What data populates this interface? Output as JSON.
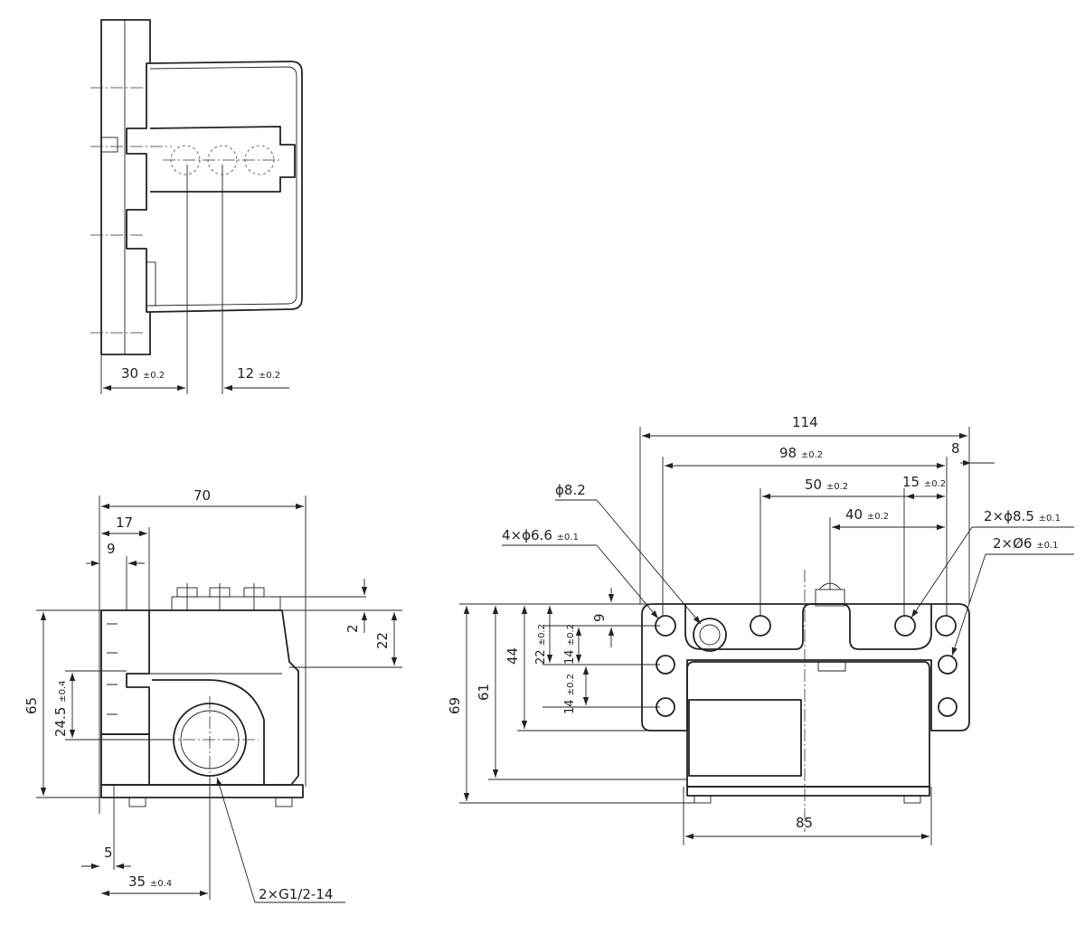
{
  "dimensions": {
    "top_view": {
      "d30": "30",
      "d30_tol": "±0.2",
      "d12": "12",
      "d12_tol": "±0.2"
    },
    "side_view": {
      "d70": "70",
      "d17": "17",
      "d9": "9",
      "d2": "2",
      "d22": "22",
      "d65": "65",
      "d24_5": "24.5",
      "d24_5_tol": "±0.4",
      "d5": "5",
      "d35": "35",
      "d35_tol": "±0.4",
      "thread": "2×G1/2-14"
    },
    "front_view": {
      "d114": "114",
      "d98": "98",
      "d98_tol": "±0.2",
      "d8": "8",
      "d50": "50",
      "d50_tol": "±0.2",
      "d15": "15",
      "d15_tol": "±0.2",
      "d40": "40",
      "d40_tol": "±0.2",
      "phi8_2": "ϕ8.2",
      "holes_6_6": "4×ϕ6.6",
      "holes_6_6_tol": "±0.1",
      "holes_8_5": "2×ϕ8.5",
      "holes_8_5_tol": "±0.1",
      "holes_6": "2×Ø6",
      "holes_6_tol": "±0.1",
      "d69": "69",
      "d61": "61",
      "d44": "44",
      "d22": "22",
      "d22_tol": "±0.2",
      "d14a": "14",
      "d14a_tol": "±0.2",
      "d14b": "14",
      "d14b_tol": "±0.2",
      "d9": "9",
      "d85": "85"
    }
  }
}
